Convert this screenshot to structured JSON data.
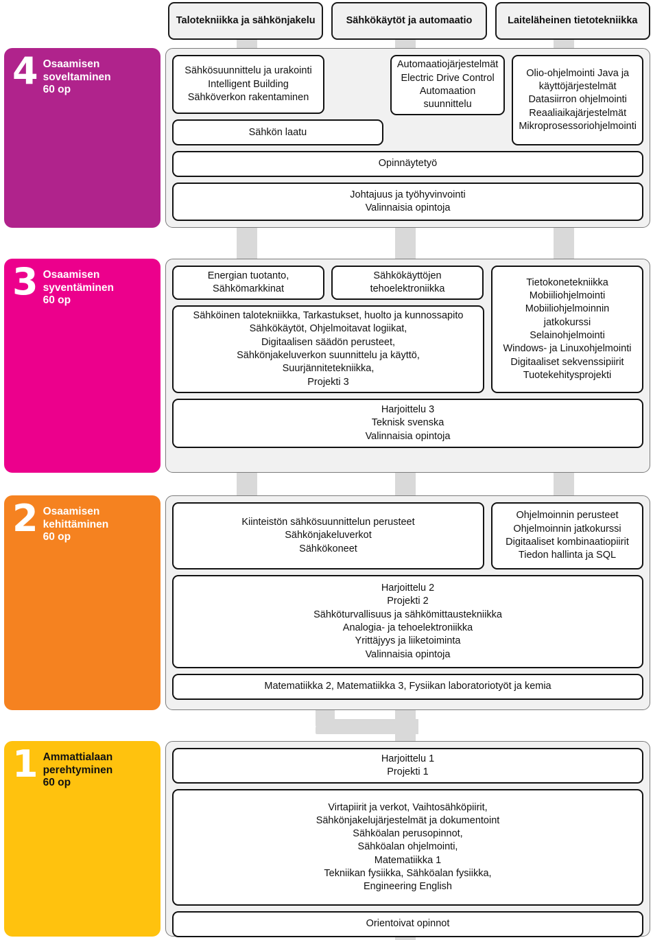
{
  "columns": [
    {
      "label_lines": [
        "Talotekniikka ja",
        "sähkönjakelu"
      ]
    },
    {
      "label_lines": [
        "Sähkökäytöt ja",
        "automaatio"
      ]
    },
    {
      "label_lines": [
        "Laiteläheinen",
        "tietotekniikka"
      ]
    }
  ],
  "colors": {
    "level4": "#B0238C",
    "level3": "#EC008C",
    "level2": "#F58220",
    "level1": "#FFC20E",
    "panel_bg": "#f1f1f1",
    "card_bg": "#ffffff",
    "card_border": "#111111",
    "rail": "#d9d9d9"
  },
  "levels": {
    "l4": {
      "number": "4",
      "title_lines": [
        "Osaamisen",
        "soveltaminen",
        "60 op"
      ],
      "text_color": "#ffffff",
      "cards": {
        "c1": [
          "Sähkösuunnittelu ja urakointi",
          "Intelligent Building",
          "Sähköverkon rakentaminen"
        ],
        "c2": [
          "Automaatiojärjestelmät",
          "Electric Drive Control",
          "Automaation suunnittelu"
        ],
        "c3": [
          "Olio-ohjelmointi Java ja",
          "käyttöjärjestelmät",
          "Datasiirron ohjelmointi",
          "Reaaliaikajärjestelmät",
          "Mikroprosessoriohjelmointi"
        ],
        "quality": [
          "Sähkön laatu"
        ],
        "thesis": [
          "Opinnäytetyö"
        ],
        "leadership": [
          "Johtajuus ja työhyvinvointi",
          "Valinnaisia opintoja"
        ]
      }
    },
    "l3": {
      "number": "3",
      "title_lines": [
        "Osaamisen",
        "syventäminen",
        "60 op"
      ],
      "text_color": "#ffffff",
      "cards": {
        "energy": [
          "Energian tuotanto,",
          "Sähkömarkkinat"
        ],
        "power": [
          "Sähkökäyttöjen",
          "tehoelektroniikka"
        ],
        "big": [
          "Sähköinen talotekniikka, Tarkastukset, huolto ja kunnossapito",
          "Sähkökäytöt, Ohjelmoitavat logiikat,",
          "Digitaalisen säädön perusteet,",
          "Sähkönjakeluverkon suunnittelu ja käyttö,",
          "Suurjännitetekniikka,",
          "Projekti 3"
        ],
        "it": [
          "Tietokonetekniikka",
          "Mobiiliohjelmointi",
          "Mobiiliohjelmoinnin",
          "jatkokurssi",
          "Selainohjelmointi",
          "Windows- ja Linuxohjelmointi",
          "Digitaaliset sekvenssipiirit",
          "Tuotekehitysprojekti"
        ],
        "practice": [
          "Harjoittelu 3",
          "Teknisk svenska",
          "Valinnaisia opintoja"
        ]
      }
    },
    "l2": {
      "number": "2",
      "title_lines": [
        "Osaamisen",
        "kehittäminen",
        "60 op"
      ],
      "text_color": "#ffffff",
      "cards": {
        "left": [
          "Kiinteistön sähkösuunnittelun perusteet",
          "Sähkönjakeluverkot",
          "Sähkökoneet"
        ],
        "right": [
          "Ohjelmoinnin perusteet",
          "Ohjelmoinnin jatkokurssi",
          "Digitaaliset kombinaatiopiirit",
          "Tiedon hallinta ja SQL"
        ],
        "mid": [
          "Harjoittelu 2",
          "Projekti 2",
          "Sähköturvallisuus ja sähkömittaustekniikka",
          "Analogia- ja tehoelektroniikka",
          "Yrittäjyys ja liiketoiminta",
          "Valinnaisia opintoja"
        ],
        "math": [
          "Matematiikka 2, Matematiikka 3, Fysiikan laboratoriotyöt ja kemia"
        ]
      }
    },
    "l1": {
      "number": "1",
      "title_lines": [
        "Ammattialaan",
        "perehtyminen",
        "60 op"
      ],
      "text_color": "#111111",
      "cards": {
        "practice": [
          "Harjoittelu 1",
          "Projekti 1"
        ],
        "big": [
          "Virtapiirit ja verkot, Vaihtosähköpiirit,",
          "Sähkönjakelujärjestelmät ja dokumentoint",
          "Sähköalan perusopinnot,",
          "Sähköalan ohjelmointi,",
          "Matematiikka 1",
          "Tekniikan fysiikka, Sähköalan fysiikka,",
          "Engineering English"
        ],
        "orientation": [
          "Orientoivat opinnot"
        ]
      }
    }
  }
}
